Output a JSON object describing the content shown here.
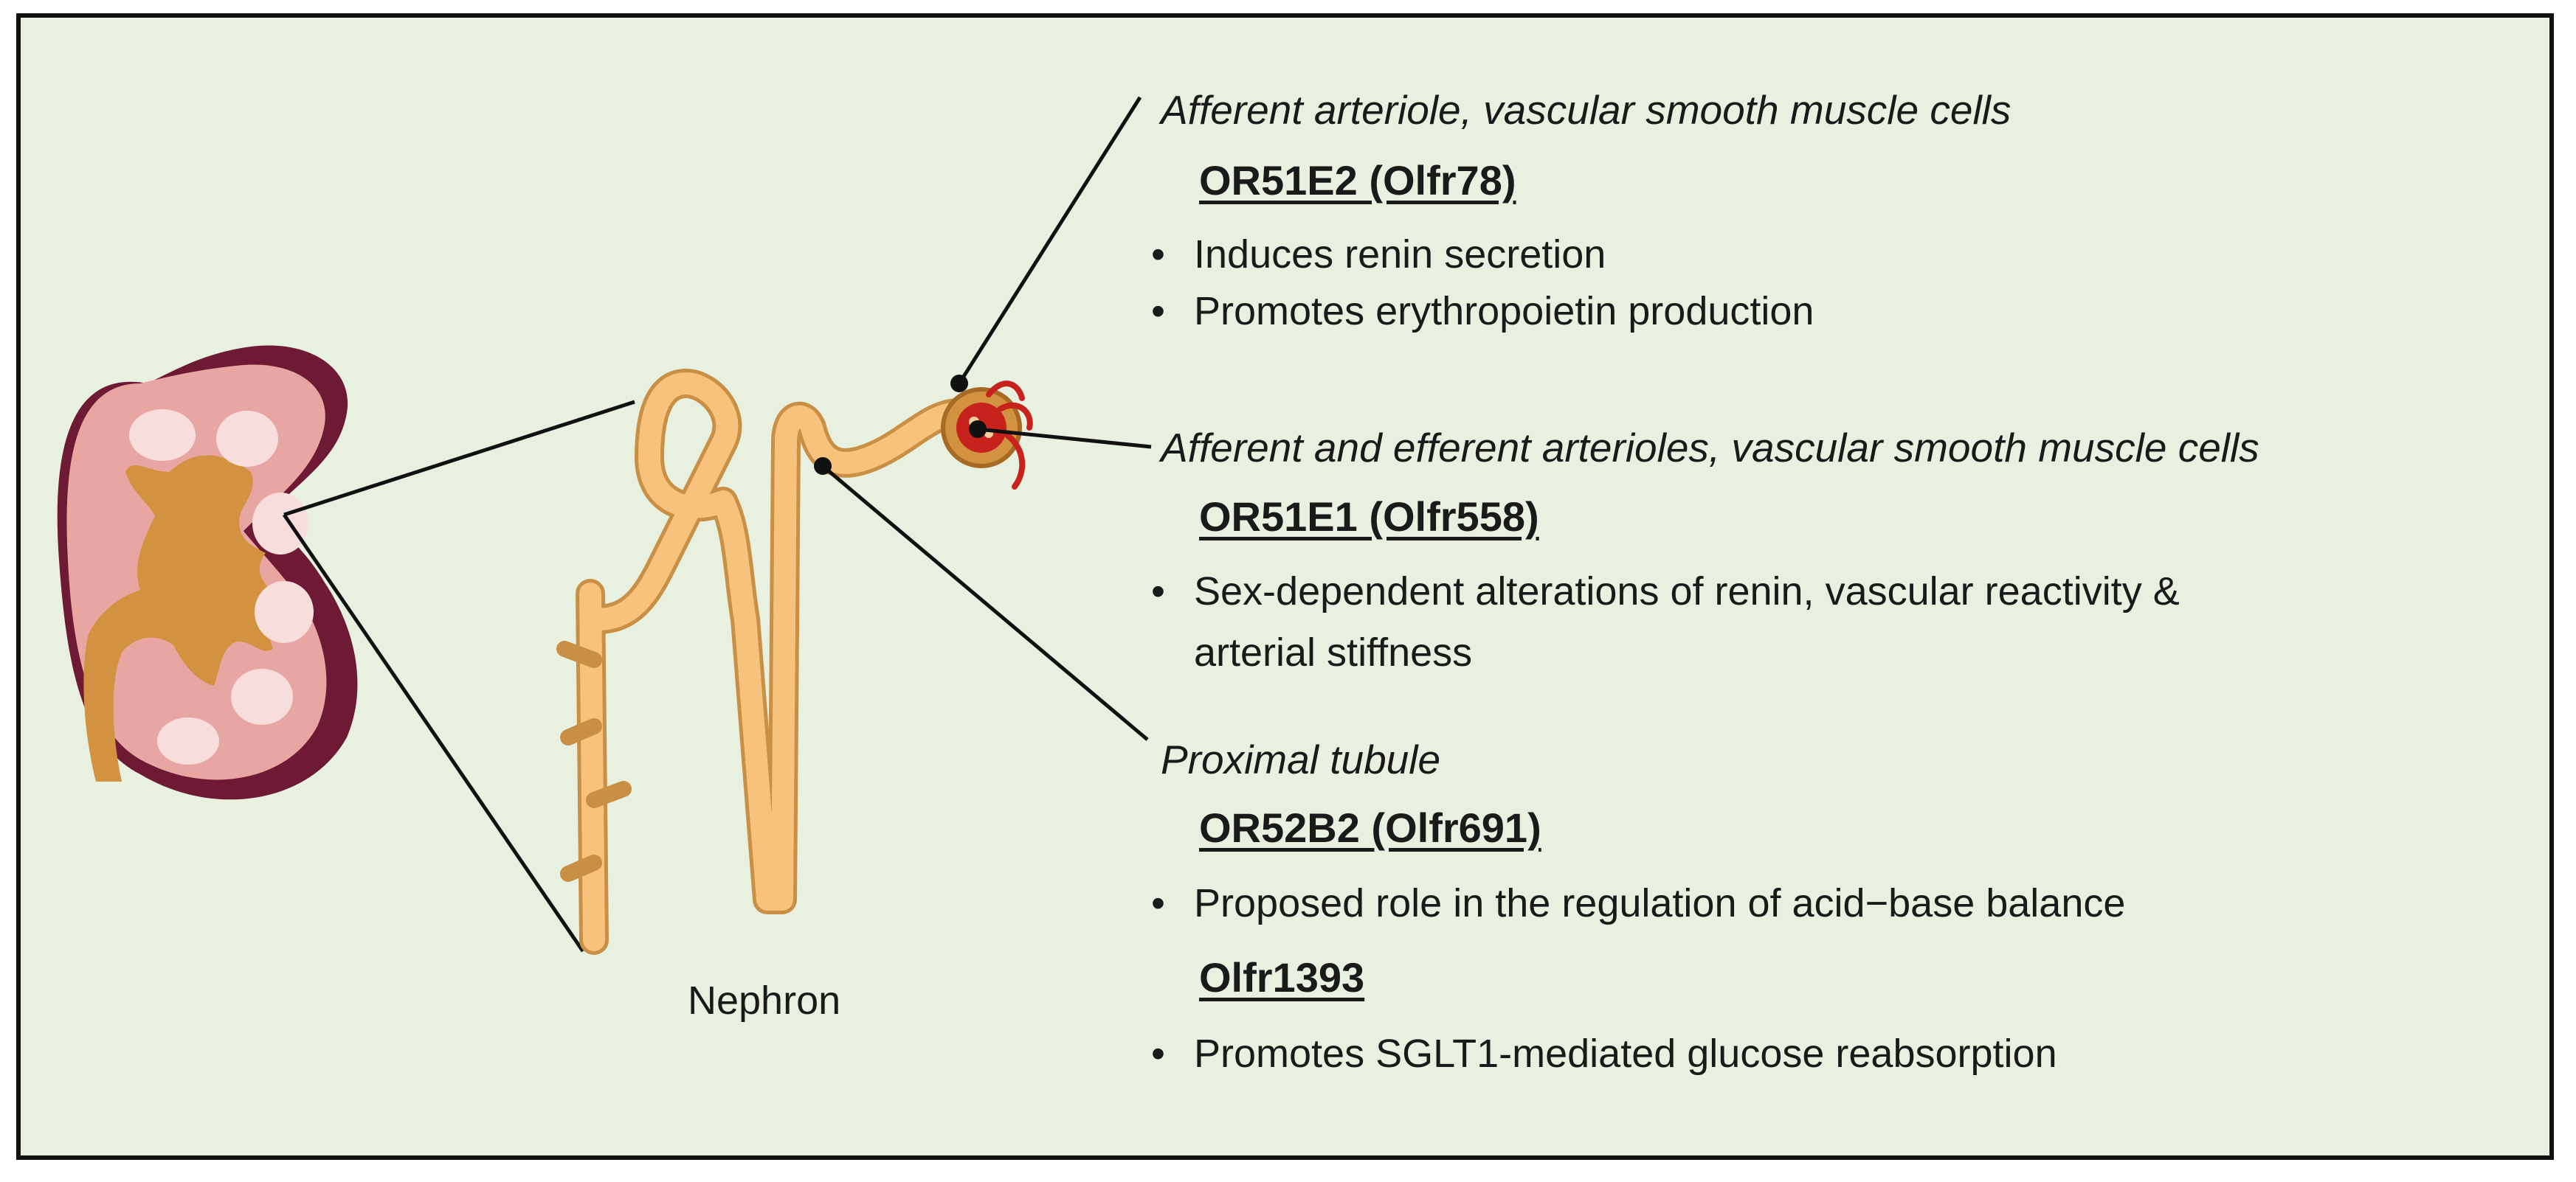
{
  "colors": {
    "background": "#e8f1df",
    "kidney_cortex": "#e8a6a3",
    "kidney_capsule": "#6e1a35",
    "renal_pelvis": "#d2923f",
    "pyramid": "#f7dedd",
    "tubule": "#f7c27c",
    "glomerulus_red": "#c8221d"
  },
  "labels": {
    "nephron_caption": "Nephron"
  },
  "sections": [
    {
      "site": "Afferent arteriole, vascular smooth muscle cells",
      "receptors": [
        {
          "name": "OR51E2 (Olfr78)",
          "bullets": [
            "Induces renin secretion",
            "Promotes erythropoietin production"
          ]
        }
      ]
    },
    {
      "site": "Afferent and efferent arterioles, vascular smooth muscle cells",
      "receptors": [
        {
          "name": "OR51E1 (Olfr558)",
          "bullets": [
            "Sex-dependent alterations of renin, vascular reactivity &",
            "arterial stiffness"
          ]
        }
      ]
    },
    {
      "site": "Proximal tubule",
      "receptors": [
        {
          "name": "OR52B2 (Olfr691)",
          "bullets": [
            "Proposed role in the regulation of acid−base balance"
          ]
        },
        {
          "name": "Olfr1393",
          "bullets": [
            "Promotes SGLT1-mediated glucose reabsorption"
          ]
        }
      ]
    }
  ]
}
